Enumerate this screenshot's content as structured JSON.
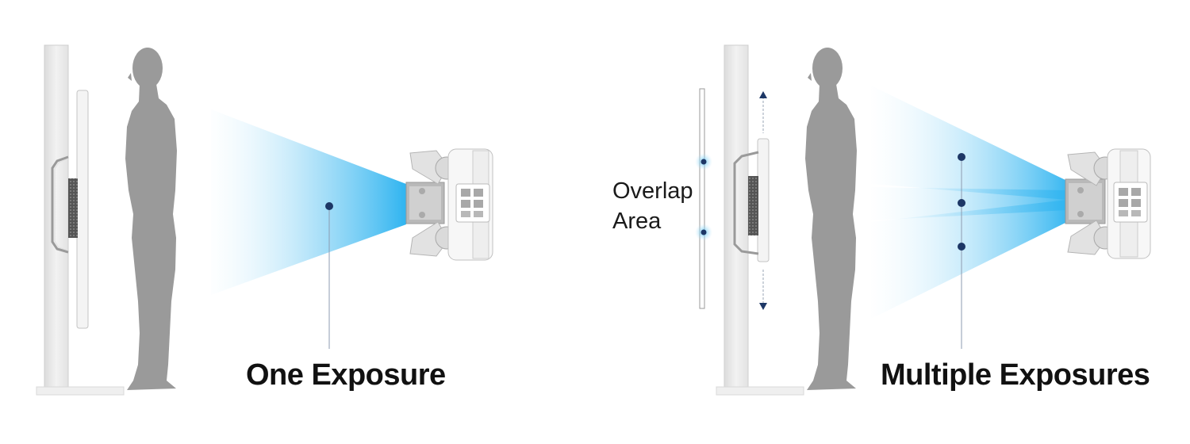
{
  "captions": {
    "one_exposure": "One Exposure",
    "multiple_exposures": "Multiple Exposures"
  },
  "overlap_label": {
    "line1": "Overlap",
    "line2": "Area"
  },
  "colors": {
    "beam": "#2fb4f0",
    "marker": "#1d3766",
    "silhouette": "#9a9a9a",
    "frame": "#e9e9e9",
    "text": "#111111"
  },
  "panels": [
    {
      "name": "one-exposure",
      "beam_count": 1
    },
    {
      "name": "multiple-exposures",
      "beam_count": 3
    }
  ]
}
